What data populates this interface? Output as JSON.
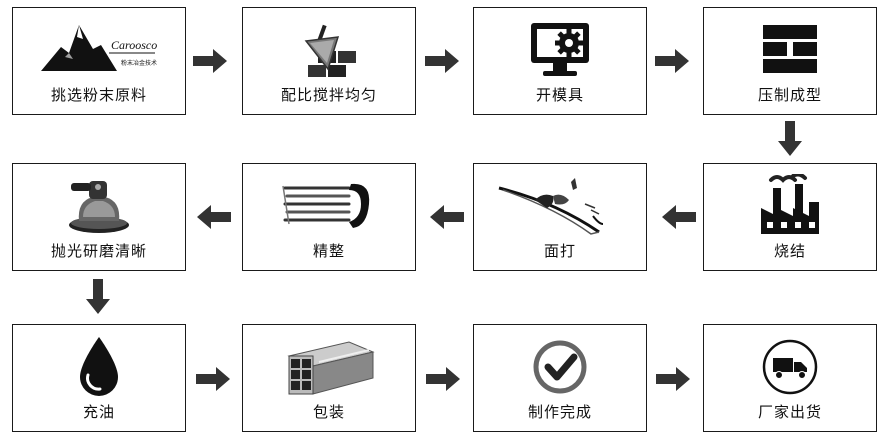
{
  "steps": [
    {
      "label": "挑选粉末原料",
      "icon": "mountain-logo-icon",
      "logo_text": "Caroosco",
      "logo_subtext": "粉末冶金技术"
    },
    {
      "label": "配比搅拌均匀",
      "icon": "trowel-bricks-icon"
    },
    {
      "label": "开模具",
      "icon": "computer-gear-icon"
    },
    {
      "label": "压制成型",
      "icon": "bricks-icon"
    },
    {
      "label": "烧结",
      "icon": "factory-icon"
    },
    {
      "label": "面打",
      "icon": "grinding-icon"
    },
    {
      "label": "精整",
      "icon": "metal-strips-icon"
    },
    {
      "label": "抛光研磨清晰",
      "icon": "polisher-icon"
    },
    {
      "label": "充油",
      "icon": "oil-drop-icon"
    },
    {
      "label": "包装",
      "icon": "tubes-bundle-icon"
    },
    {
      "label": "制作完成",
      "icon": "checkmark-circle-icon"
    },
    {
      "label": "厂家出货",
      "icon": "delivery-truck-icon"
    }
  ],
  "arrow_color": "#333333"
}
